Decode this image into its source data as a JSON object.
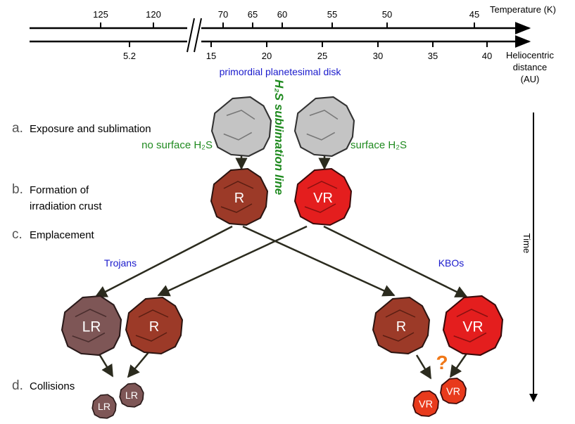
{
  "temperature_axis": {
    "label": "Temperature (K)",
    "ticks": [
      "125",
      "120",
      "70",
      "65",
      "60",
      "55",
      "50",
      "45"
    ]
  },
  "distance_axis": {
    "label_lines": [
      "Heliocentric",
      "distance",
      "(AU)"
    ],
    "ticks": [
      "5.2",
      "15",
      "20",
      "25",
      "30",
      "35",
      "40"
    ]
  },
  "disk_label": "primordial planetesimal disk",
  "sublimation_line_label": "H₂S sublimation line",
  "stages": {
    "a": {
      "letter": "a.",
      "text": "Exposure and sublimation"
    },
    "b": {
      "letter": "b.",
      "lines": [
        "Formation of",
        "irradiation crust"
      ]
    },
    "c": {
      "letter": "c.",
      "text": "Emplacement"
    },
    "d": {
      "letter": "d.",
      "text": "Collisions"
    }
  },
  "surface_labels": {
    "left": "no surface H₂S",
    "right": "surface H₂S"
  },
  "populations": {
    "left": "Trojans",
    "right": "KBOs"
  },
  "time_label": "Time",
  "question_mark": "?",
  "bodies": {
    "crust_left": "R",
    "crust_right": "VR",
    "trojan_lr": "LR",
    "trojan_r": "R",
    "kbo_r": "R",
    "kbo_vr": "VR",
    "frag_lr_a": "LR",
    "frag_lr_b": "LR",
    "frag_vr_a": "VR",
    "frag_vr_b": "VR"
  },
  "colors": {
    "gray": "#c4c4c4",
    "r": "#9c3a28",
    "vr": "#e41e1e",
    "lr": "#7e5656",
    "blue_label": "#1a1acc",
    "green_label": "#1f8a1f",
    "question": "#f07818"
  }
}
